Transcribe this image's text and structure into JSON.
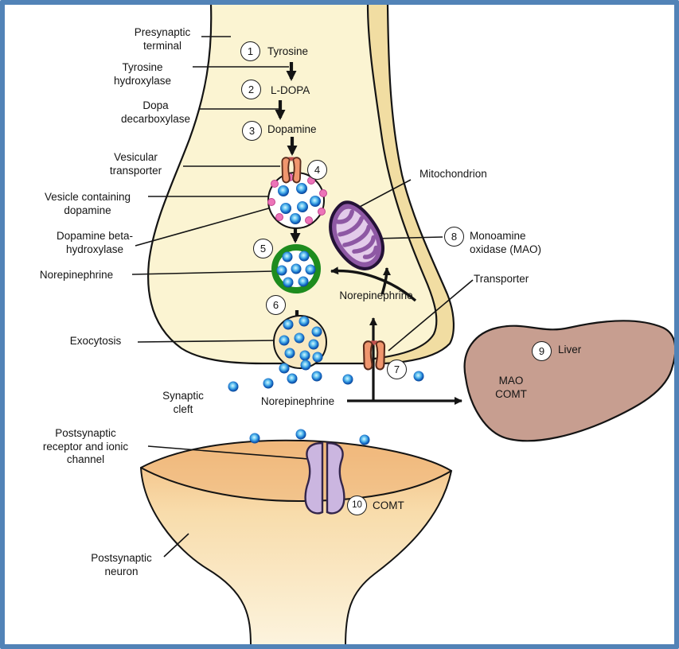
{
  "figure_kind": "synapse-norepinephrine-pathway-diagram",
  "labels": {
    "presynaptic_terminal": "Presynaptic\nterminal",
    "tyrosine_hydroxylase": "Tyrosine\nhydroxylase",
    "dopa_decarboxylase": "Dopa\ndecarboxylase",
    "vesicular_transporter": "Vesicular\ntransporter",
    "vesicle_containing_dopamine": "Vesicle containing\ndopamine",
    "dopamine_beta_hydroxylase": "Dopamine beta-\nhydroxylase",
    "norepinephrine_vesicle": "Norepinephrine",
    "norepinephrine_recycled": "Norepinephrine",
    "norepinephrine_cleft": "Norepinephrine",
    "mitochondrion": "Mitochondrion",
    "transporter": "Transporter",
    "exocytosis": "Exocytosis",
    "synaptic_cleft": "Synaptic\ncleft",
    "liver_enzymes": "MAO\nCOMT",
    "postsynaptic_receptor": "Postsynaptic\nreceptor and ionic\nchannel",
    "postsynaptic_neuron": "Postsynaptic\nneuron"
  },
  "steps": [
    {
      "num": "1",
      "label": "Tyrosine"
    },
    {
      "num": "2",
      "label": "L-DOPA"
    },
    {
      "num": "3",
      "label": "Dopamine"
    },
    {
      "num": "4",
      "label": ""
    },
    {
      "num": "5",
      "label": ""
    },
    {
      "num": "6",
      "label": ""
    },
    {
      "num": "7",
      "label": ""
    },
    {
      "num": "8",
      "label": "Monoamine\noxidase (MAO)"
    },
    {
      "num": "9",
      "label": "Liver"
    },
    {
      "num": "10",
      "label": "COMT"
    }
  ],
  "colors": {
    "frame_blue": "#5283b7",
    "terminal_fill": "#fbf4d2",
    "membrane_band": "#f1dda2",
    "postsynaptic_top": "#f2bb7e",
    "postsynaptic_bottom": "#fcf4de",
    "liver_fill": "#c79e90",
    "mitochondrion_fill": "#8e58a4",
    "mitochondrion_inner": "#e3cbea",
    "transporter_fill": "#f0966e",
    "receptor_fill": "#cbb6e0",
    "vesicle_ring_green": "#1e8c1e",
    "dot_blue": "#1266c4",
    "dot_pink": "#ec74b8",
    "line_black": "#141414"
  }
}
